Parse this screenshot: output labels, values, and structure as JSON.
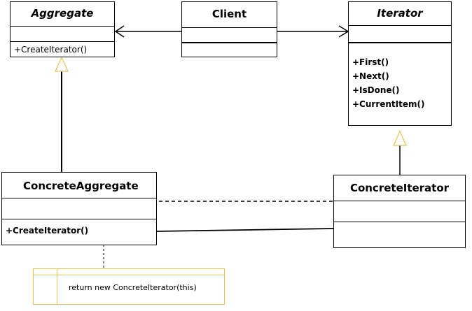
{
  "classes": {
    "aggregate": {
      "name": "Aggregate",
      "operations": [
        "+CreateIterator()"
      ]
    },
    "client": {
      "name": "Client"
    },
    "iterator": {
      "name": "Iterator",
      "operations": [
        "+First()",
        "+Next()",
        "+IsDone()",
        "+CurrentItem()"
      ]
    },
    "concrete_aggregate": {
      "name": "ConcreteAggregate",
      "operations": [
        "+CreateIterator()"
      ]
    },
    "concrete_iterator": {
      "name": "ConcreteIterator"
    }
  },
  "note": {
    "text": "return new ConcreteIterator(this)"
  },
  "colors": {
    "line": "#000000",
    "note_border": "#e6c25a"
  }
}
